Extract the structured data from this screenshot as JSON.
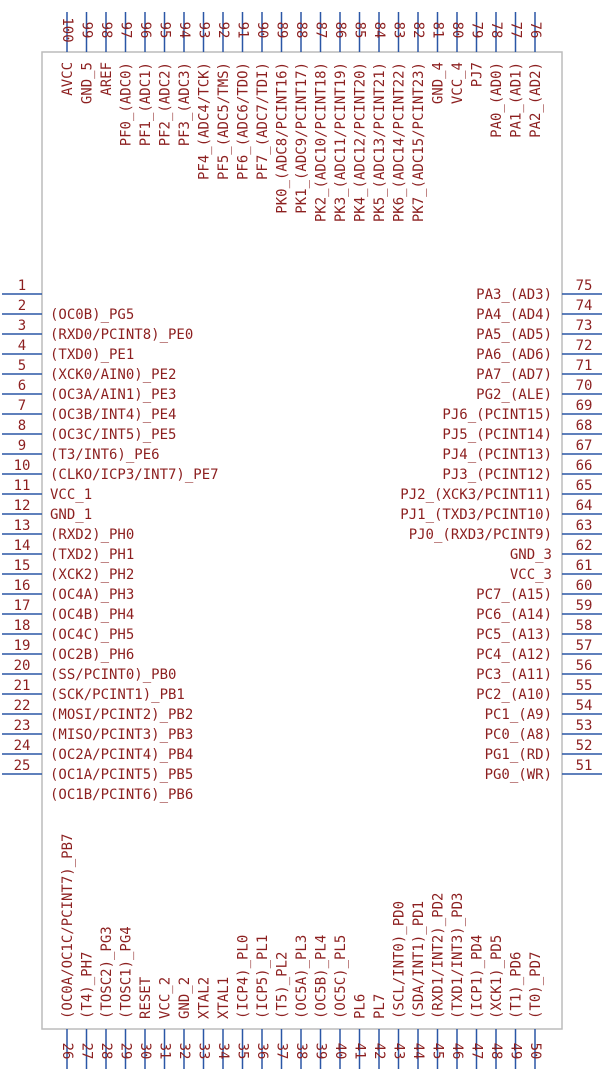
{
  "colors": {
    "pin_line": "#2a56a6",
    "body_outline": "#bcbcbc",
    "text": "#8c1f1f",
    "background": "#ffffff"
  },
  "left_pins": [
    {
      "n": "1",
      "name": ""
    },
    {
      "n": "2",
      "name": "(OC0B)_PG5"
    },
    {
      "n": "3",
      "name": "(RXD0/PCINT8)_PE0"
    },
    {
      "n": "4",
      "name": "(TXD0)_PE1"
    },
    {
      "n": "5",
      "name": "(XCK0/AIN0)_PE2"
    },
    {
      "n": "6",
      "name": "(OC3A/AIN1)_PE3"
    },
    {
      "n": "7",
      "name": "(OC3B/INT4)_PE4"
    },
    {
      "n": "8",
      "name": "(OC3C/INT5)_PE5"
    },
    {
      "n": "9",
      "name": "(T3/INT6)_PE6"
    },
    {
      "n": "10",
      "name": "(CLKO/ICP3/INT7)_PE7"
    },
    {
      "n": "11",
      "name": "VCC_1"
    },
    {
      "n": "12",
      "name": "GND_1"
    },
    {
      "n": "13",
      "name": "(RXD2)_PH0"
    },
    {
      "n": "14",
      "name": "(TXD2)_PH1"
    },
    {
      "n": "15",
      "name": "(XCK2)_PH2"
    },
    {
      "n": "16",
      "name": "(OC4A)_PH3"
    },
    {
      "n": "17",
      "name": "(OC4B)_PH4"
    },
    {
      "n": "18",
      "name": "(OC4C)_PH5"
    },
    {
      "n": "19",
      "name": "(OC2B)_PH6"
    },
    {
      "n": "20",
      "name": "(SS/PCINT0)_PB0"
    },
    {
      "n": "21",
      "name": "(SCK/PCINT1)_PB1"
    },
    {
      "n": "22",
      "name": "(MOSI/PCINT2)_PB2"
    },
    {
      "n": "23",
      "name": "(MISO/PCINT3)_PB3"
    },
    {
      "n": "24",
      "name": "(OC2A/PCINT4)_PB4"
    },
    {
      "n": "25",
      "name": "(OC1A/PCINT5)_PB5"
    },
    {
      "n": "",
      "name": "(OC1B/PCINT6)_PB6"
    }
  ],
  "right_pins": [
    {
      "n": "75",
      "name": "PA3_(AD3)"
    },
    {
      "n": "74",
      "name": "PA4_(AD4)"
    },
    {
      "n": "73",
      "name": "PA5_(AD5)"
    },
    {
      "n": "72",
      "name": "PA6_(AD6)"
    },
    {
      "n": "71",
      "name": "PA7_(AD7)"
    },
    {
      "n": "70",
      "name": "PG2_(ALE)"
    },
    {
      "n": "69",
      "name": "PJ6_(PCINT15)"
    },
    {
      "n": "68",
      "name": "PJ5_(PCINT14)"
    },
    {
      "n": "67",
      "name": "PJ4_(PCINT13)"
    },
    {
      "n": "66",
      "name": "PJ3_(PCINT12)"
    },
    {
      "n": "65",
      "name": "PJ2_(XCK3/PCINT11)"
    },
    {
      "n": "64",
      "name": "PJ1_(TXD3/PCINT10)"
    },
    {
      "n": "63",
      "name": "PJ0_(RXD3/PCINT9)"
    },
    {
      "n": "62",
      "name": "GND_3"
    },
    {
      "n": "61",
      "name": "VCC_3"
    },
    {
      "n": "60",
      "name": "PC7_(A15)"
    },
    {
      "n": "59",
      "name": "PC6_(A14)"
    },
    {
      "n": "58",
      "name": "PC5_(A13)"
    },
    {
      "n": "57",
      "name": "PC4_(A12)"
    },
    {
      "n": "56",
      "name": "PC3_(A11)"
    },
    {
      "n": "55",
      "name": "PC2_(A10)"
    },
    {
      "n": "54",
      "name": "PC1_(A9)"
    },
    {
      "n": "53",
      "name": "PC0_(A8)"
    },
    {
      "n": "52",
      "name": "PG1_(RD)"
    },
    {
      "n": "51",
      "name": "PG0_(WR)"
    }
  ],
  "top_pins": [
    {
      "n": "100",
      "name": "AVCC"
    },
    {
      "n": "99",
      "name": "GND_5"
    },
    {
      "n": "98",
      "name": "AREF"
    },
    {
      "n": "97",
      "name": "PF0_(ADC0)"
    },
    {
      "n": "96",
      "name": "PF1_(ADC1)"
    },
    {
      "n": "95",
      "name": "PF2_(ADC2)"
    },
    {
      "n": "94",
      "name": "PF3_(ADC3)"
    },
    {
      "n": "93",
      "name": "PF4_(ADC4/TCK)"
    },
    {
      "n": "92",
      "name": "PF5_(ADC5/TMS)"
    },
    {
      "n": "91",
      "name": "PF6_(ADC6/TDO)"
    },
    {
      "n": "90",
      "name": "PF7_(ADC7/TDI)"
    },
    {
      "n": "89",
      "name": "PK0_(ADC8/PCINT16)"
    },
    {
      "n": "88",
      "name": "PK1_(ADC9/PCINT17)"
    },
    {
      "n": "87",
      "name": "PK2_(ADC10/PCINT18)"
    },
    {
      "n": "86",
      "name": "PK3_(ADC11/PCINT19)"
    },
    {
      "n": "85",
      "name": "PK4_(ADC12/PCINT20)"
    },
    {
      "n": "84",
      "name": "PK5_(ADC13/PCINT21)"
    },
    {
      "n": "83",
      "name": "PK6_(ADC14/PCINT22)"
    },
    {
      "n": "82",
      "name": "PK7_(ADC15/PCINT23)"
    },
    {
      "n": "81",
      "name": "GND_4"
    },
    {
      "n": "80",
      "name": "VCC_4"
    },
    {
      "n": "79",
      "name": "PJ7"
    },
    {
      "n": "78",
      "name": "PA0_(AD0)"
    },
    {
      "n": "77",
      "name": "PA1_(AD1)"
    },
    {
      "n": "76",
      "name": "PA2_(AD2)"
    }
  ],
  "bottom_pins": [
    {
      "n": "26",
      "name": "(OC0A/OC1C/PCINT7)_PB7"
    },
    {
      "n": "27",
      "name": "(T4)_PH7"
    },
    {
      "n": "28",
      "name": "(TOSC2)_PG3"
    },
    {
      "n": "29",
      "name": "(TOSC1)_PG4"
    },
    {
      "n": "30",
      "name": "RESET"
    },
    {
      "n": "31",
      "name": "VCC_2"
    },
    {
      "n": "32",
      "name": "GND_2"
    },
    {
      "n": "33",
      "name": "XTAL2"
    },
    {
      "n": "34",
      "name": "XTAL1"
    },
    {
      "n": "35",
      "name": "(ICP4)_PL0"
    },
    {
      "n": "36",
      "name": "(ICP5)_PL1"
    },
    {
      "n": "37",
      "name": "(T5)_PL2"
    },
    {
      "n": "38",
      "name": "(OC5A)_PL3"
    },
    {
      "n": "39",
      "name": "(OC5B)_PL4"
    },
    {
      "n": "40",
      "name": "(OC5C)_PL5"
    },
    {
      "n": "41",
      "name": "PL6"
    },
    {
      "n": "42",
      "name": "PL7"
    },
    {
      "n": "43",
      "name": "(SCL/INT0)_PD0"
    },
    {
      "n": "44",
      "name": "(SDA/INT1)_PD1"
    },
    {
      "n": "45",
      "name": "(RXD1/INT2)_PD2"
    },
    {
      "n": "46",
      "name": "(TXD1/INT3)_PD3"
    },
    {
      "n": "47",
      "name": "(ICP1)_PD4"
    },
    {
      "n": "48",
      "name": "(XCK1)_PD5"
    },
    {
      "n": "49",
      "name": "(T1)_PD6"
    },
    {
      "n": "50",
      "name": "(T0)_PD7"
    }
  ]
}
